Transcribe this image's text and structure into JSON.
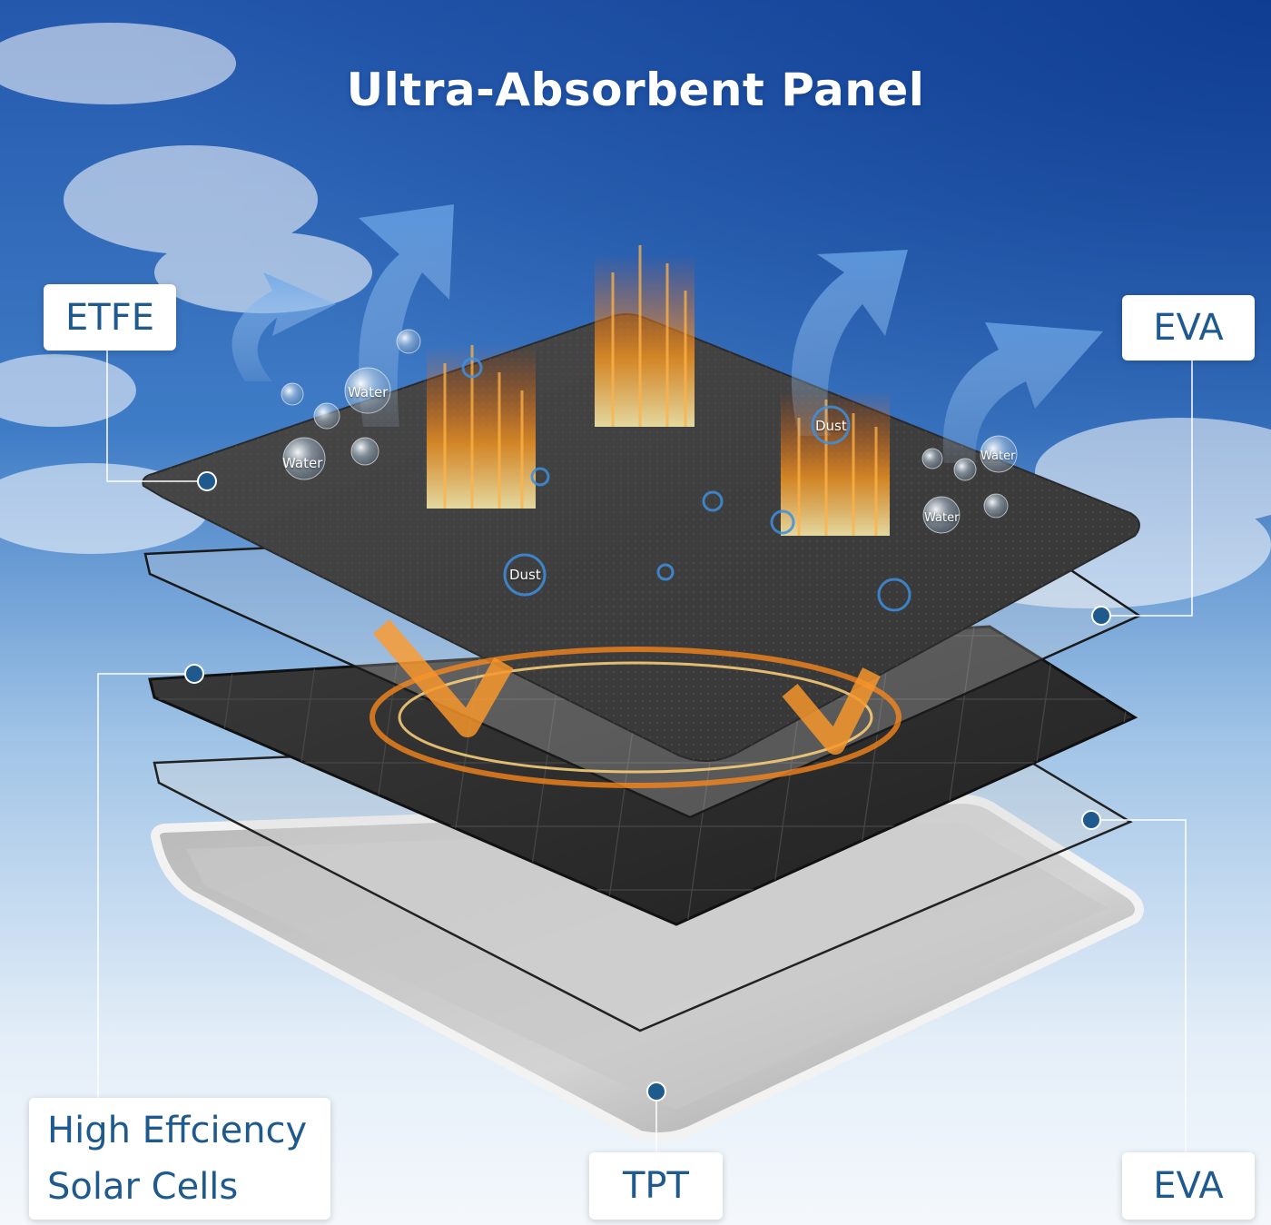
{
  "title": "Ultra-Absorbent Panel",
  "labels": {
    "etfe": "ETFE",
    "eva_top": "EVA",
    "cells_line1": "High Effciency",
    "cells_line2": "Solar Cells",
    "tpt": "TPT",
    "eva_bottom": "EVA"
  },
  "tags": {
    "water": "Water",
    "dust": "Dust"
  },
  "colors": {
    "sky_top": "#1a4fa8",
    "sky_bottom": "#eaf2fa",
    "label_text": "#1f5a8e",
    "marker": "#1f5a8e",
    "leader_line": "#ffffff",
    "etfe_layer": "#3e3e3e",
    "cell_layer": "#2b2b2b",
    "frame": "#d4d4d4",
    "glow": "#ff8a1c"
  }
}
